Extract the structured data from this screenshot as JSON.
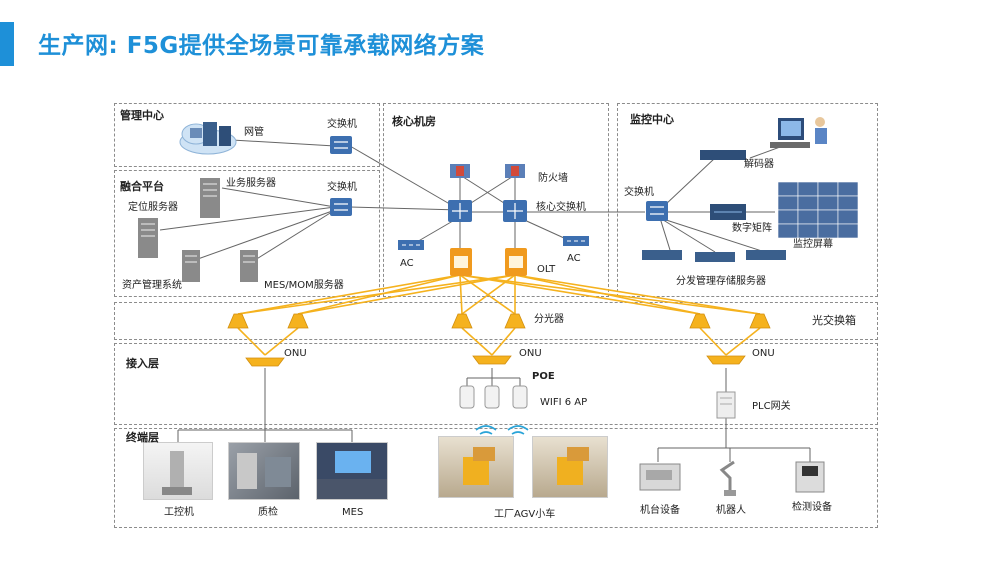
{
  "title": "生产网: F5G提供全场景可靠承载网络方案",
  "zones": {
    "management": "管理中心",
    "fusion": "融合平台",
    "core": "核心机房",
    "monitor": "监控中心",
    "optical": "光交换箱",
    "access": "接入层",
    "terminal": "终端层"
  },
  "labels": {
    "netmgmt": "网管",
    "switch_mgmt": "交换机",
    "biz_server": "业务服务器",
    "switch_fusion": "交换机",
    "loc_server": "定位服务器",
    "asset_system": "资产管理系统",
    "mes_server": "MES/MOM服务器",
    "firewall": "防火墙",
    "core_switch": "核心交换机",
    "ac_left": "AC",
    "ac_right": "AC",
    "olt": "OLT",
    "switch_monitor": "交换机",
    "decoder": "解码器",
    "matrix": "数字矩阵",
    "screen": "监控屏幕",
    "storage": "分发管理存储服务器",
    "splitter": "分光器",
    "onu_left": "ONU",
    "onu_mid": "ONU",
    "onu_right": "ONU",
    "poe": "POE",
    "wifi": "WIFI 6 AP",
    "plc": "PLC网关",
    "ipc": "工控机",
    "qc": "质检",
    "mes": "MES",
    "agv": "工厂AGV小车",
    "machine": "机台设备",
    "robot": "机器人",
    "inspect": "检测设备"
  },
  "colors": {
    "accent": "#1e90d8",
    "fiber": "#f5b21e",
    "copper": "#555555",
    "device_blue": "#3d6fb0"
  }
}
